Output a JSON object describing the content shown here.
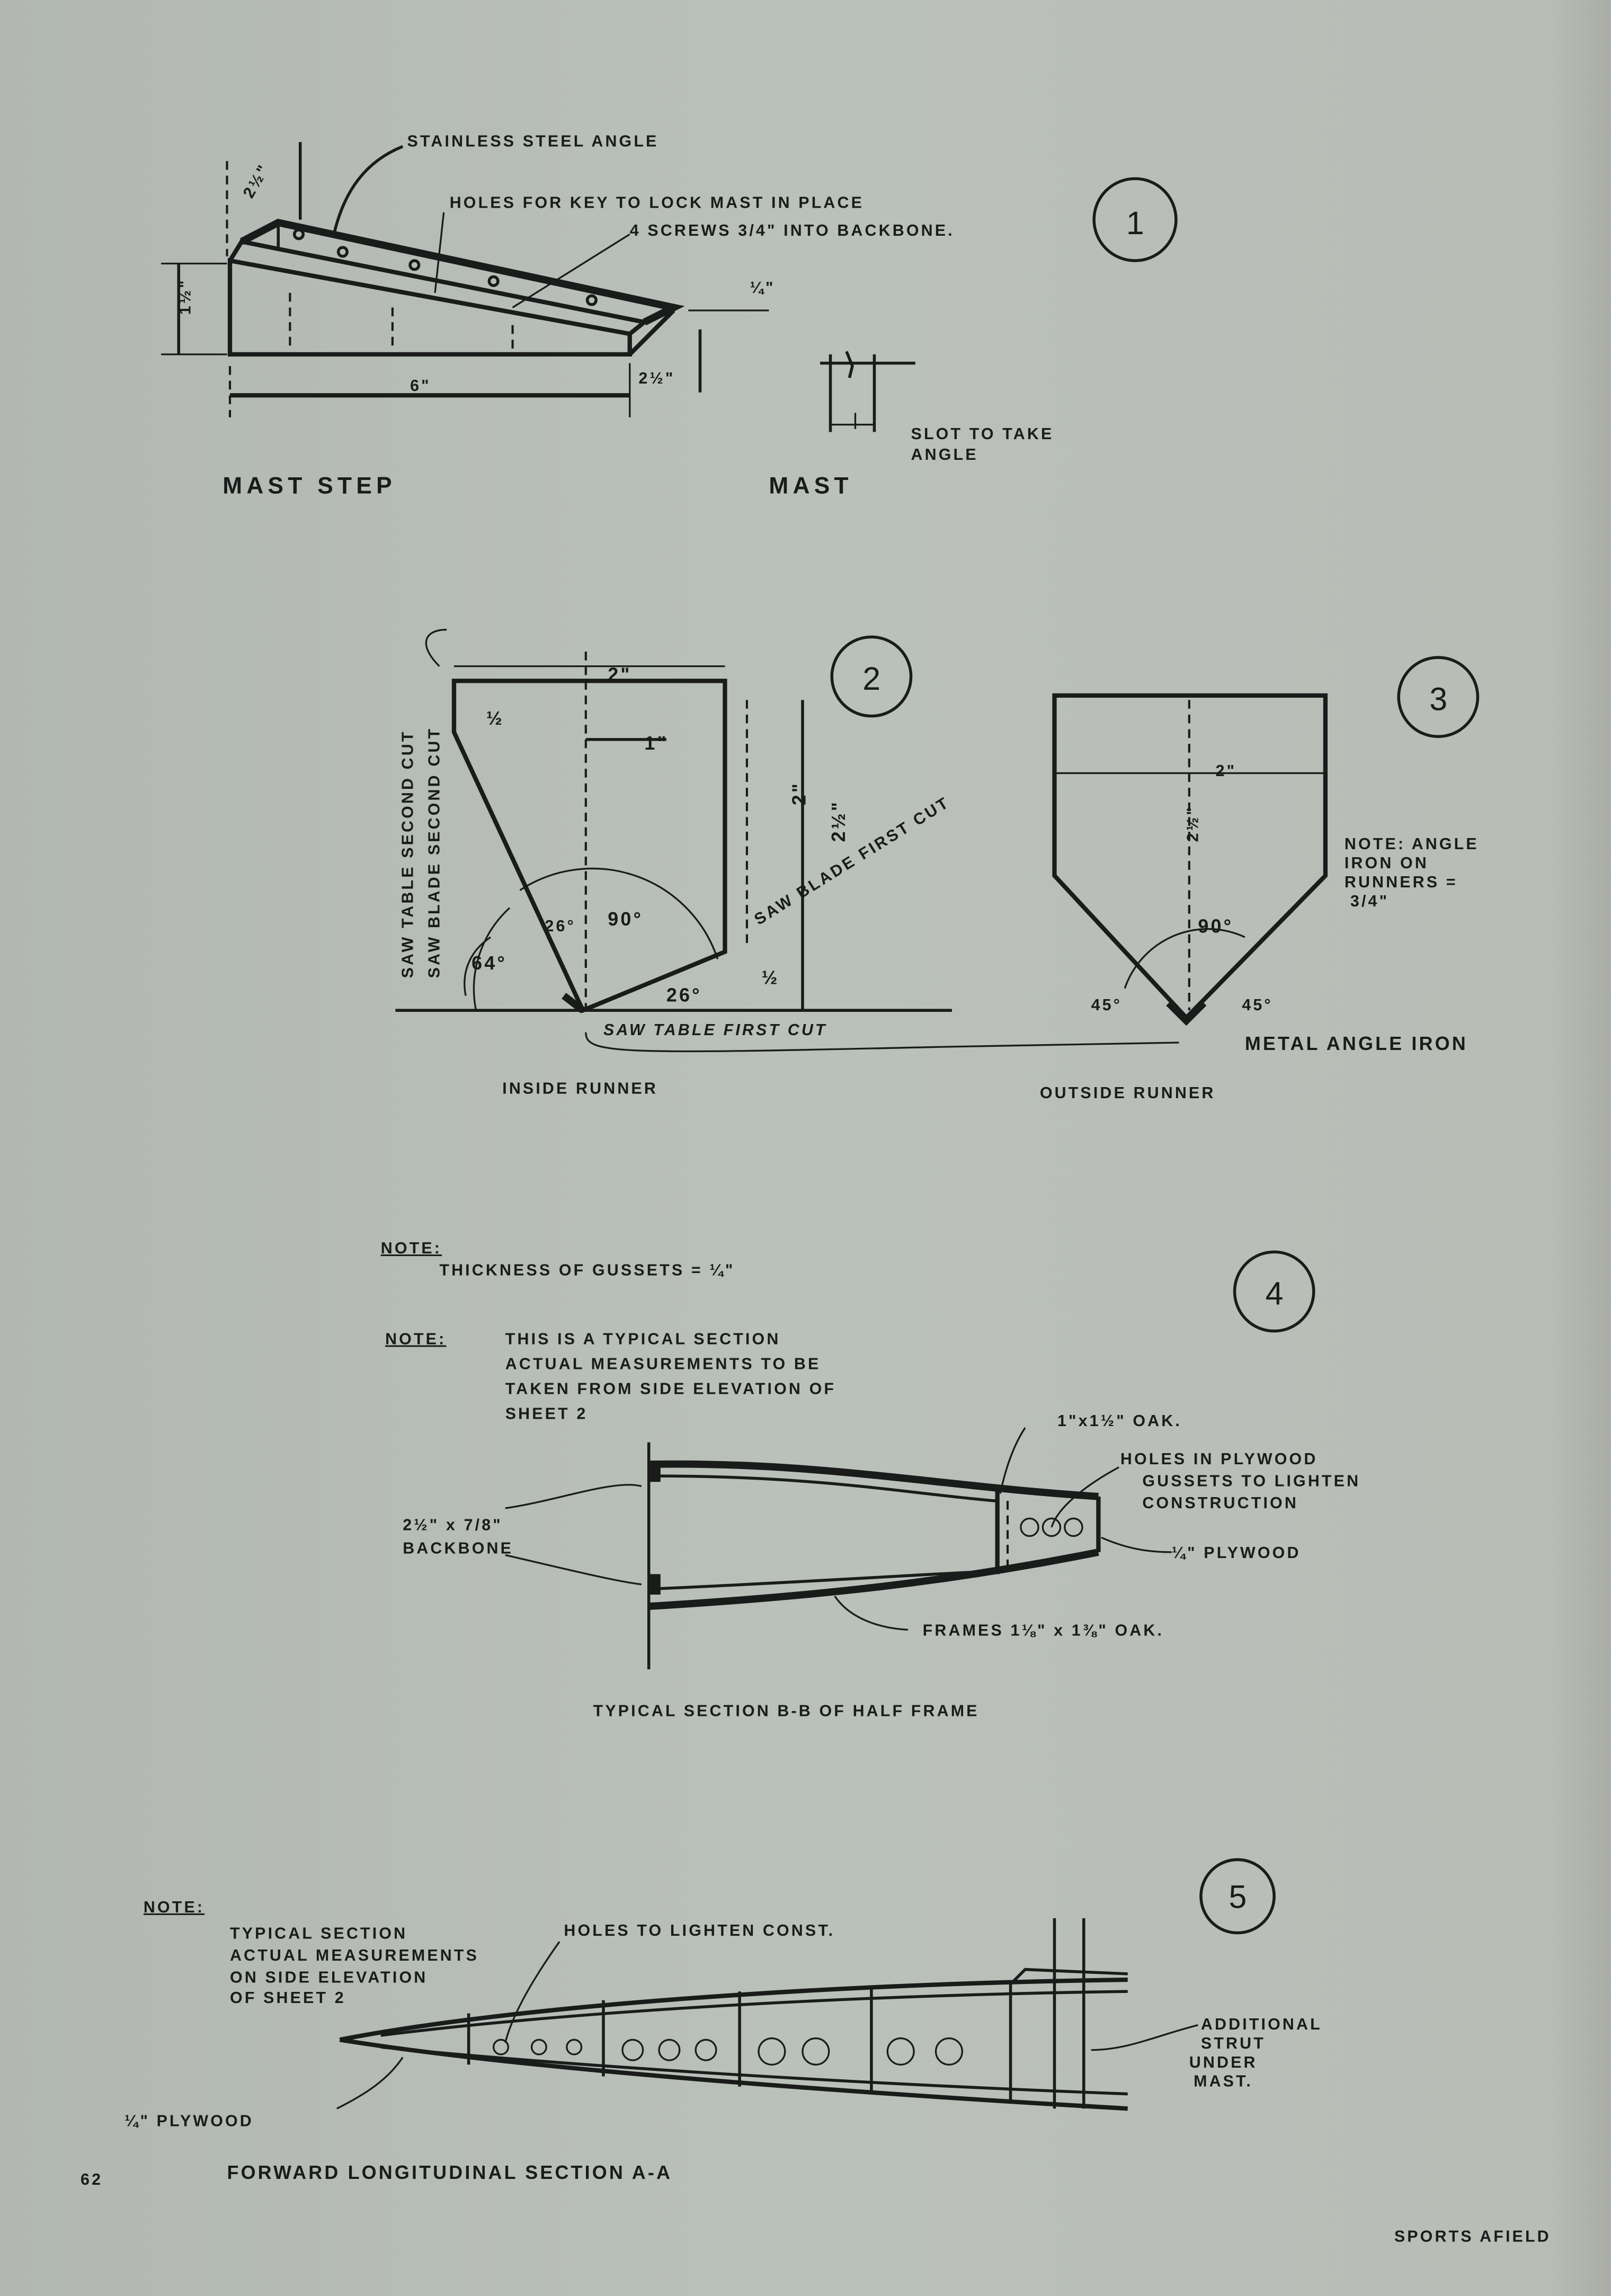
{
  "figure1": {
    "number": "1",
    "stainless_label": "STAINLESS STEEL ANGLE",
    "holes_label": "HOLES FOR KEY TO LOCK MAST IN PLACE",
    "screws_label": "4 SCREWS 3/4\" INTO BACKBONE.",
    "dim_height_top": "2½\"",
    "dim_height": "1½\"",
    "dim_quarter": "¼\"",
    "dim_length": "6\"",
    "dim_end": "2½\"",
    "mast_step_caption": "MAST STEP",
    "mast_caption": "MAST",
    "slot_label_1": "SLOT TO TAKE",
    "slot_label_2": "ANGLE"
  },
  "figure2": {
    "number": "2",
    "dim_top": "2\"",
    "dim_one": "1\"",
    "dim_half": "½",
    "dim_two": "2\"",
    "dim_two_half": "2½\"",
    "dim_small_half": "½",
    "saw_table_second_cut": "SAW TABLE SECOND CUT",
    "saw_blade_second_cut": "SAW BLADE SECOND CUT",
    "saw_blade_first_cut": "SAW BLADE FIRST CUT",
    "saw_table_first_cut": "SAW TABLE FIRST CUT",
    "angle_64": "64°",
    "angle_26a": "26°",
    "angle_90": "90°",
    "angle_26b": "26°",
    "caption": "INSIDE RUNNER"
  },
  "figure3": {
    "number": "3",
    "dim_width": "2\"",
    "dim_height": "2½\"",
    "angle_90": "90°",
    "angle_45_left": "45°",
    "angle_45_right": "45°",
    "note_lines": [
      "NOTE: ANGLE",
      "IRON ON",
      "RUNNERS =",
      "3/4\""
    ],
    "metal_label": "METAL ANGLE IRON",
    "caption": "OUTSIDE RUNNER"
  },
  "figure4": {
    "number": "4",
    "note1_head": "NOTE:",
    "note1_text": "THICKNESS OF GUSSETS = ¼\"",
    "note2_head": "NOTE:",
    "note2_lines": [
      "THIS IS A TYPICAL SECTION",
      "ACTUAL MEASUREMENTS TO BE",
      "TAKEN FROM SIDE ELEVATION OF",
      "SHEET 2"
    ],
    "oak_label": "1\"x1½\" OAK.",
    "holes_lines": [
      "HOLES IN PLYWOOD",
      "GUSSETS TO LIGHTEN",
      "CONSTRUCTION"
    ],
    "backbone_dim": "2½\" x 7/8\"",
    "backbone_label": "BACKBONE",
    "plywood_label": "¼\" PLYWOOD",
    "frames_label": "FRAMES 1⅛\" x 1⅜\" OAK.",
    "caption": "TYPICAL SECTION B-B OF HALF FRAME"
  },
  "figure5": {
    "number": "5",
    "note_head": "NOTE:",
    "note_lines": [
      "TYPICAL SECTION",
      "ACTUAL MEASUREMENTS",
      "ON SIDE ELEVATION",
      "OF SHEET 2"
    ],
    "holes_label": "HOLES TO LIGHTEN CONST.",
    "strut_lines": [
      "ADDITIONAL",
      "STRUT",
      "UNDER",
      "MAST."
    ],
    "plywood_label": "¼\" PLYWOOD",
    "caption": "FORWARD LONGITUDINAL SECTION A-A"
  },
  "footer": {
    "page_number": "62",
    "magazine": "SPORTS AFIELD"
  }
}
